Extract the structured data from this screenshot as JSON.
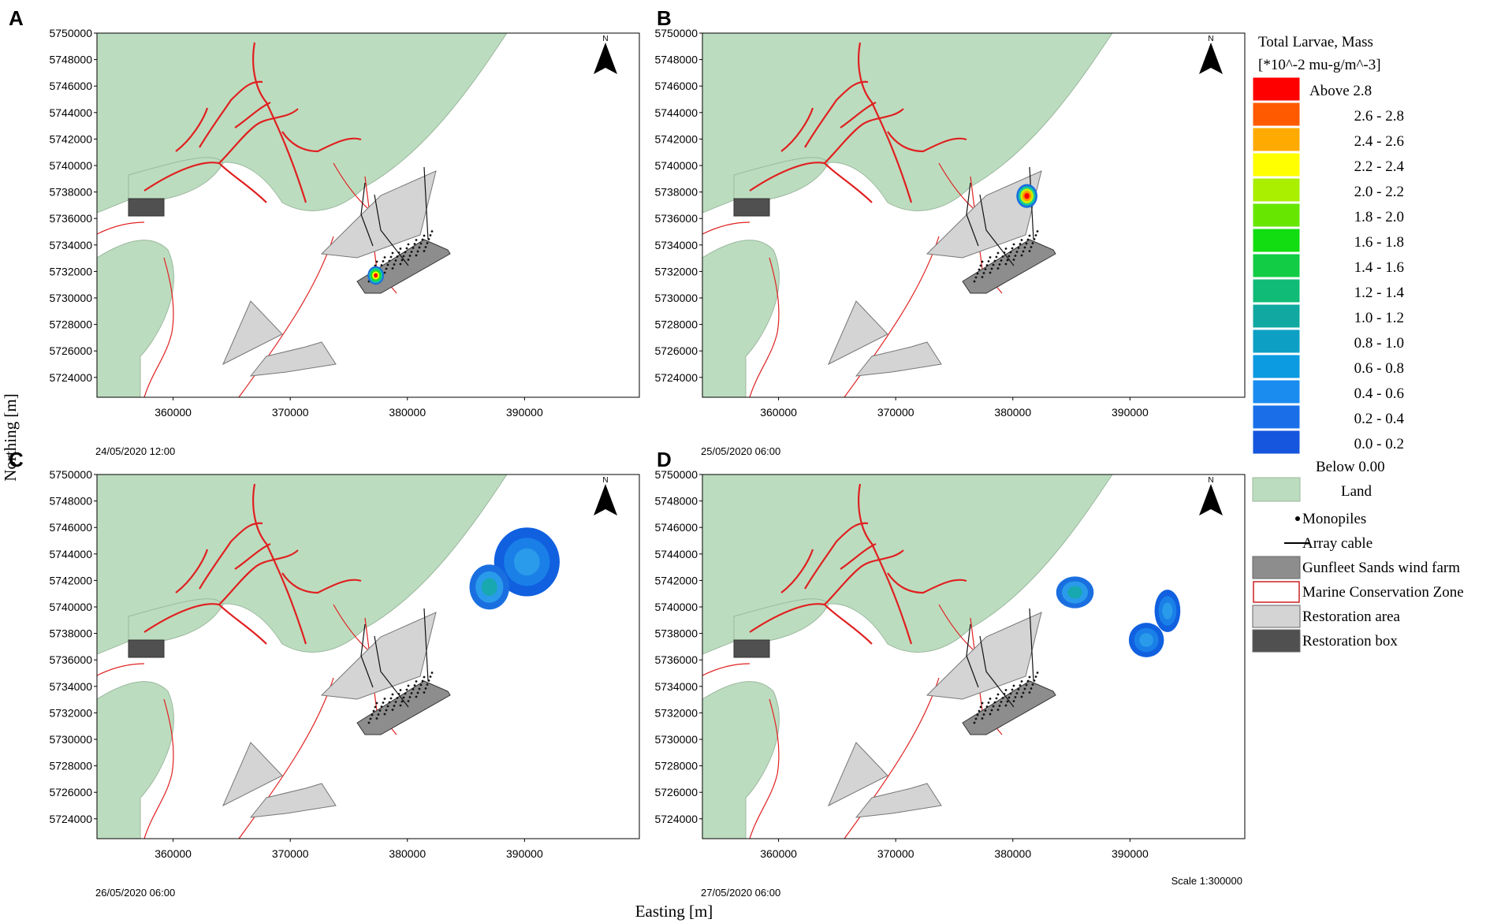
{
  "figure": {
    "x_label": "Easting [m]",
    "y_label": "Northing [m]",
    "scale_text": "Scale 1:300000",
    "y_ticks": [
      "5750000",
      "5748000",
      "5746000",
      "5744000",
      "5742000",
      "5740000",
      "5738000",
      "5736000",
      "5734000",
      "5732000",
      "5730000",
      "5728000",
      "5726000",
      "5724000"
    ],
    "x_ticks": [
      "360000",
      "370000",
      "380000",
      "390000"
    ],
    "north_label": "N"
  },
  "panels": [
    {
      "id": "A",
      "letter": "A",
      "timestamp": "24/05/2020 12:00",
      "plumes": [
        {
          "east": 377300,
          "north": 5731700,
          "rx": 700,
          "ry": 700,
          "colors": [
            "#1a6fe0",
            "#12c8a0",
            "#22dd22",
            "#ffff00",
            "#ff0000"
          ]
        }
      ]
    },
    {
      "id": "B",
      "letter": "B",
      "timestamp": "25/05/2020 06:00",
      "plumes": [
        {
          "east": 381200,
          "north": 5737700,
          "rx": 900,
          "ry": 900,
          "colors": [
            "#1a6fe0",
            "#12c8a0",
            "#ccee00",
            "#ff9900",
            "#ff0000"
          ]
        }
      ]
    },
    {
      "id": "C",
      "letter": "C",
      "timestamp": "26/05/2020 06:00",
      "plumes": [
        {
          "east": 390200,
          "north": 5743400,
          "rx": 2800,
          "ry": 2600,
          "colors": [
            "#1060e0",
            "#1a80e8",
            "#2a9bea"
          ]
        },
        {
          "east": 387000,
          "north": 5741500,
          "rx": 1700,
          "ry": 1700,
          "colors": [
            "#1a6fe0",
            "#2a9bea",
            "#17a8b0"
          ]
        }
      ]
    },
    {
      "id": "D",
      "letter": "D",
      "timestamp": "27/05/2020 06:00",
      "plumes": [
        {
          "east": 385300,
          "north": 5741100,
          "rx": 1600,
          "ry": 1200,
          "colors": [
            "#1a6fe0",
            "#2a9bea",
            "#17a8b0"
          ]
        },
        {
          "east": 393200,
          "north": 5739700,
          "rx": 1100,
          "ry": 1600,
          "colors": [
            "#1060e0",
            "#1a80e8",
            "#2a9bea"
          ]
        },
        {
          "east": 391400,
          "north": 5737500,
          "rx": 1500,
          "ry": 1300,
          "colors": [
            "#1060e0",
            "#1a80e8",
            "#2a9bea"
          ]
        }
      ]
    }
  ],
  "legend": {
    "title_line1": "Total Larvae, Mass",
    "title_line2": "[*10^-2 mu-g/m^-3]",
    "bins": [
      {
        "label": "Above  2.8",
        "color": "#ff0000"
      },
      {
        "label": "2.6 - 2.8",
        "color": "#ff5a00"
      },
      {
        "label": "2.4 - 2.6",
        "color": "#ffaa00"
      },
      {
        "label": "2.2 - 2.4",
        "color": "#ffff00"
      },
      {
        "label": "2.0 - 2.2",
        "color": "#aaee00"
      },
      {
        "label": "1.8 - 2.0",
        "color": "#66e600"
      },
      {
        "label": "1.6 - 1.8",
        "color": "#11dd11"
      },
      {
        "label": "1.4 - 1.6",
        "color": "#11cc44"
      },
      {
        "label": "1.2 - 1.4",
        "color": "#10bb77"
      },
      {
        "label": "1.0 - 1.2",
        "color": "#10a8a0"
      },
      {
        "label": "0.8 - 1.0",
        "color": "#0ea0c4"
      },
      {
        "label": "0.6 - 0.8",
        "color": "#0c9ae0"
      },
      {
        "label": "0.4 - 0.6",
        "color": "#1a8cf0"
      },
      {
        "label": "0.2 - 0.4",
        "color": "#1a6fe8"
      },
      {
        "label": "0.0 - 0.2",
        "color": "#1655dd"
      }
    ],
    "below_label": "Below  0.00",
    "land_label": "Land",
    "land_color": "#bcdcbf",
    "items": [
      {
        "label": "Monopiles",
        "symbol": "dot"
      },
      {
        "label": "Array cable",
        "symbol": "line"
      },
      {
        "label": "Gunfleet Sands wind farm",
        "symbol": "box",
        "color": "#8d8d8d"
      },
      {
        "label": "Marine Conservation Zone",
        "symbol": "outline",
        "color": "#cc2222"
      },
      {
        "label": "Restoration area",
        "symbol": "box",
        "color": "#d4d4d4"
      },
      {
        "label": "Restoration box",
        "symbol": "box",
        "color": "#505050"
      }
    ]
  }
}
